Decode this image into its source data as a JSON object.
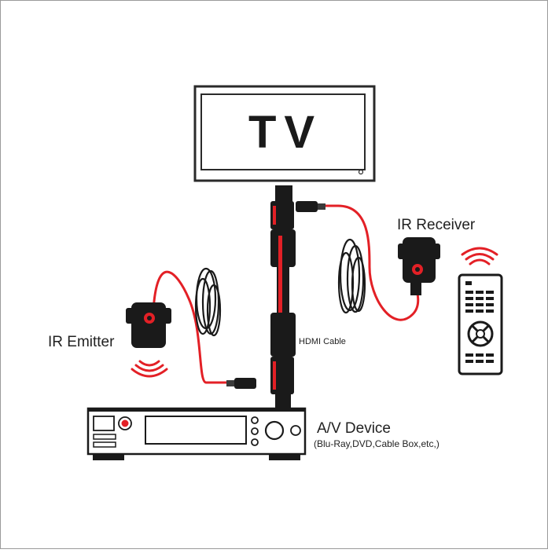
{
  "diagram": {
    "tv_label": "TV",
    "ir_receiver_label": "IR Receiver",
    "ir_emitter_label": "IR Emitter",
    "hdmi_cable_label": "HDMI Cable",
    "av_device_label": "A/V Device",
    "av_device_sub": "(Blu-Ray,DVD,Cable Box,etc,)"
  },
  "colors": {
    "cable_red": "#e32026",
    "black": "#1a1a1a",
    "outline": "#2a2a2a",
    "border": "#9a9a9a"
  },
  "icons": [
    "tv-icon",
    "ir-receiver-icon",
    "ir-emitter-icon",
    "remote-control-icon",
    "av-device-icon",
    "hdmi-cable-icon",
    "signal-waves-icon"
  ]
}
